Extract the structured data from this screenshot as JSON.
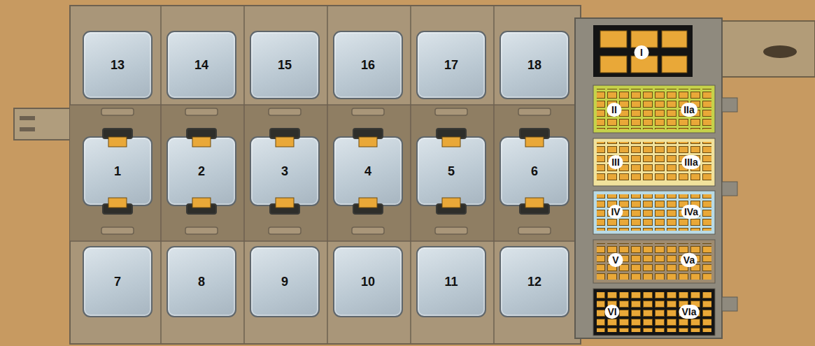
{
  "diagram": {
    "nodes": [
      {
        "text": [
          "13"
        ]
      },
      {
        "text": [
          "14"
        ]
      },
      {
        "text": [
          "15"
        ]
      },
      {
        "text": [
          "16"
        ]
      },
      {
        "text": [
          "17"
        ]
      },
      {
        "text": [
          "18"
        ]
      },
      {
        "text": [
          "1"
        ]
      },
      {
        "text": [
          "2"
        ]
      },
      {
        "text": [
          "3"
        ]
      },
      {
        "text": [
          "4"
        ]
      },
      {
        "text": [
          "5"
        ]
      },
      {
        "text": [
          "6"
        ]
      },
      {
        "text": [
          "7"
        ]
      },
      {
        "text": [
          "8"
        ]
      },
      {
        "text": [
          "9"
        ]
      },
      {
        "text": [
          "10"
        ]
      },
      {
        "text": [
          "11"
        ]
      },
      {
        "text": [
          "12"
        ]
      },
      {
        "text": [
          "I"
        ]
      },
      {
        "text": [
          "II",
          "IIa"
        ]
      },
      {
        "text": [
          "III",
          "IIIa"
        ]
      },
      {
        "text": [
          "IV",
          "IVa"
        ]
      },
      {
        "text": [
          "V",
          "Va"
        ]
      },
      {
        "text": [
          "VI",
          "VIa"
        ]
      }
    ]
  }
}
